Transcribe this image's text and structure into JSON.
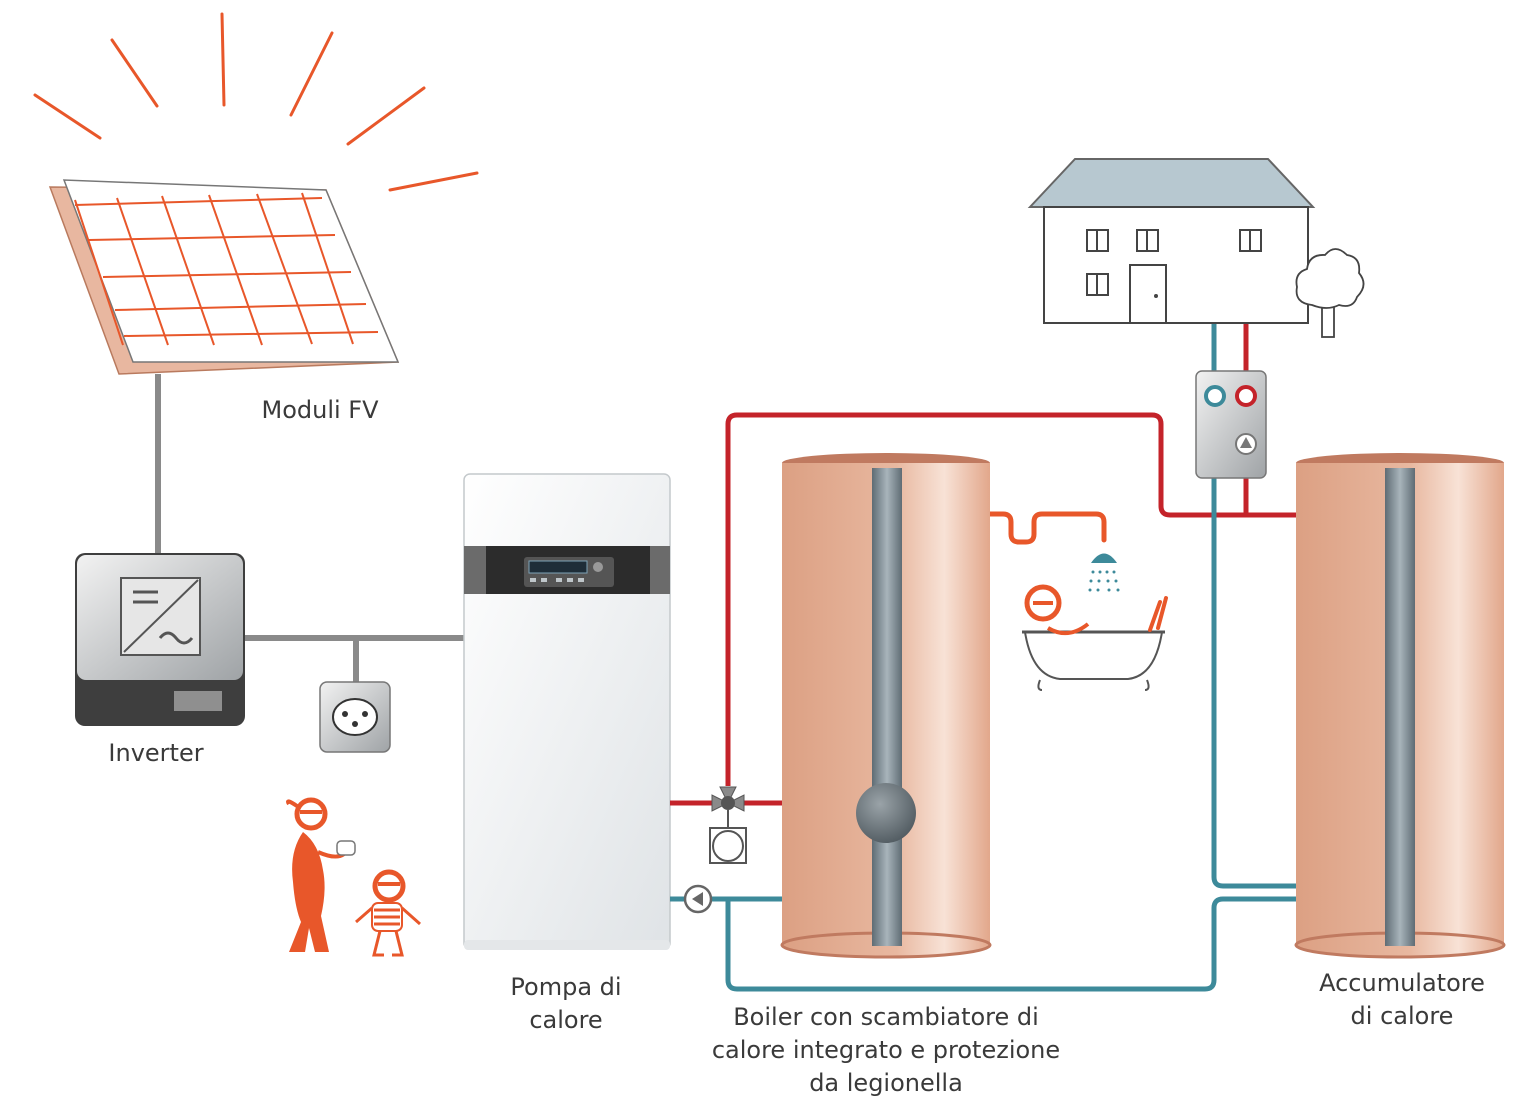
{
  "labels": {
    "pv_modules": "Moduli FV",
    "inverter": "Inverter",
    "heat_pump": [
      "Pompa di",
      "calore"
    ],
    "boiler": [
      "Boiler con scambiatore di",
      "calore integrato e protezione",
      "da legionella"
    ],
    "heat_storage": [
      "Accumulatore",
      "di calore"
    ]
  },
  "colors": {
    "accent_orange": "#e8572a",
    "pipe_red": "#c4232a",
    "pipe_teal": "#3d8a9a",
    "cable_grey": "#8a8a8a",
    "tank_copper": "#e3aa8e",
    "outline": "#4a4a4a"
  },
  "icons": [
    "sun-rays-icon",
    "solar-panel-icon",
    "inverter-icon",
    "socket-icon",
    "heat-pump-icon",
    "mixing-valve-icon",
    "pump-icon",
    "shower-icon",
    "bathtub-icon",
    "house-icon",
    "tree-icon",
    "control-unit-icon"
  ]
}
